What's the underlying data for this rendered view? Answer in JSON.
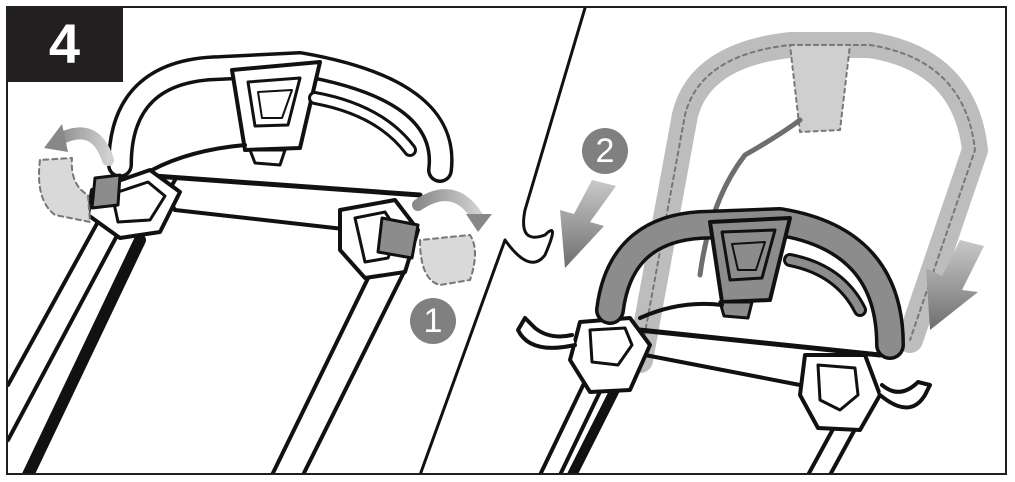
{
  "figure": {
    "step_number": "4",
    "callouts": [
      {
        "label": "1",
        "meaning": "rotate-clamp-levers"
      },
      {
        "label": "2",
        "meaning": "fold-handle-down"
      }
    ],
    "panels": [
      {
        "name": "left-panel",
        "description": "Upper handle with side quick-release clamps being rotated open"
      },
      {
        "name": "right-panel",
        "description": "Upper handle folded down; dashed ghost shows original upright position"
      }
    ],
    "colors": {
      "badge_bg": "#231f20",
      "badge_text": "#ffffff",
      "callout_bg": "#808080",
      "line": "#111111",
      "handle_gray": "#8c8c8c",
      "ghost_gray": "#d2d2d2",
      "arrow_gray": "#9a9a9a"
    }
  }
}
